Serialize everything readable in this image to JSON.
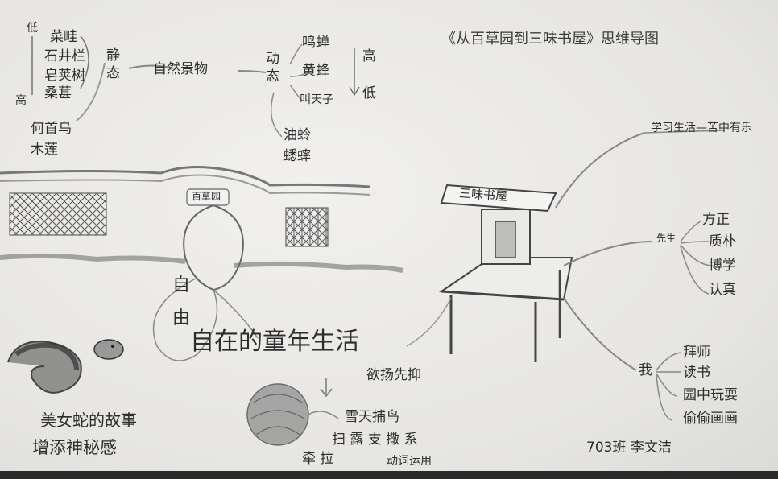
{
  "title": "《从百草园到三味书屋》思维导图",
  "left_branch": {
    "center_label": "自然景物",
    "static_label": "静态",
    "static_items": [
      "菜畦",
      "石井栏",
      "皂荚树",
      "桑葚"
    ],
    "low_label": "低",
    "high_label": "高",
    "extra_items": [
      "何首乌",
      "木莲"
    ],
    "dynamic_label": "动态",
    "dynamic_items": [
      "鸣蝉",
      "黄蜂",
      "叫天子"
    ],
    "dynamic_high": "高",
    "dynamic_low": "低",
    "other_items": [
      "油蛉",
      "蟋蟀"
    ]
  },
  "garden_gate_label": "百草园",
  "freedom": [
    "自",
    "由"
  ],
  "center_title": "自在的童年生活",
  "snake": {
    "line1": "美女蛇的故事",
    "line2": "增添神秘感"
  },
  "snow": {
    "prefix": "欲扬先抑",
    "line1": "雪天捕鸟",
    "verbs": "扫 露 支 撒 系",
    "verbs2": "牵 拉",
    "note": "动词运用"
  },
  "right_branch": {
    "study_label": "学习生活—苦中有乐",
    "sign": "三味书屋",
    "teacher_label": "先生",
    "teacher_traits": [
      "方正",
      "质朴",
      "博学",
      "认真"
    ],
    "me_label": "我",
    "me_items": [
      "拜师",
      "读书",
      "园中玩耍",
      "偷偷画画"
    ],
    "author": "703班 李文洁"
  }
}
